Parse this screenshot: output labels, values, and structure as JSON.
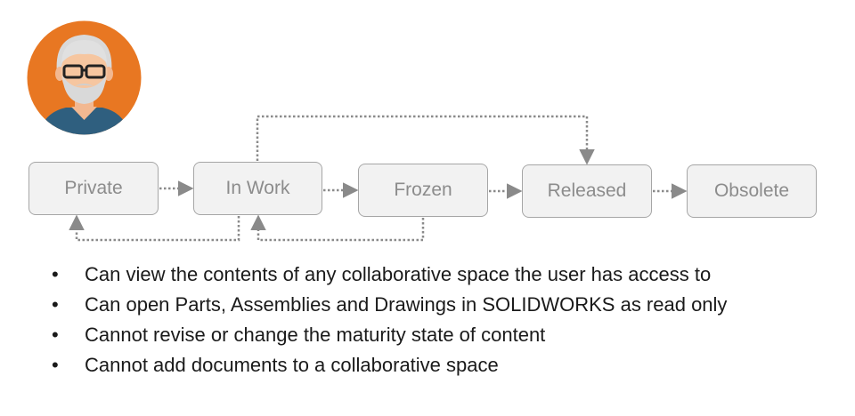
{
  "avatar": {
    "icon": "user-avatar-icon",
    "bg_color": "#e87722"
  },
  "states": [
    {
      "id": "private",
      "label": "Private"
    },
    {
      "id": "inwork",
      "label": "In Work"
    },
    {
      "id": "frozen",
      "label": "Frozen"
    },
    {
      "id": "released",
      "label": "Released"
    },
    {
      "id": "obsolete",
      "label": "Obsolete"
    }
  ],
  "transitions": [
    {
      "from": "Private",
      "to": "In Work"
    },
    {
      "from": "In Work",
      "to": "Frozen"
    },
    {
      "from": "Frozen",
      "to": "Released"
    },
    {
      "from": "Released",
      "to": "Obsolete"
    },
    {
      "from": "In Work",
      "to": "Released"
    },
    {
      "from": "In Work",
      "to": "Private"
    },
    {
      "from": "Frozen",
      "to": "In Work"
    }
  ],
  "permissions": [
    "Can view the contents of any collaborative space the user has access to",
    "Can open Parts, Assemblies and Drawings in SOLIDWORKS as read only",
    "Cannot revise or change the maturity state of content",
    "Cannot add documents to a collaborative space"
  ],
  "colors": {
    "box_fill": "#f2f2f2",
    "box_border": "#a6a6a6",
    "text": "#8c8c8c",
    "connector": "#8a8a8a"
  }
}
